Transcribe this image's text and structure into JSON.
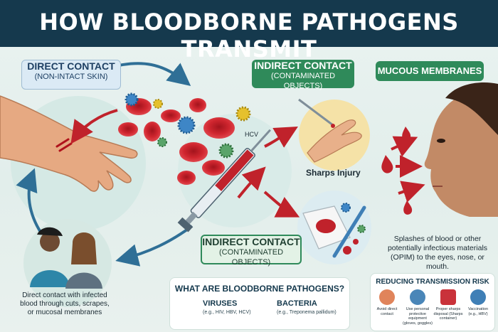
{
  "title": "HOW BLOODBORNE PATHOGENS TRANSMIT",
  "direct_contact": {
    "heading": "DIRECT CONTACT",
    "sub": "(NON-INTACT SKIN)"
  },
  "indirect_contact_top": {
    "heading": "INDIRECT CONTACT",
    "sub": "(CONTAMINATED OBJECTS)"
  },
  "indirect_contact_mid": {
    "heading": "INDIRECT CONTACT",
    "sub": "(CONTAMINATED OBJECTS)"
  },
  "mucous": {
    "heading": "MUCOUS MEMBRANES"
  },
  "hcv_label": "HCV",
  "sharps_label": "Sharps Injury",
  "caption_left": "Direct contact with infected blood through cuts, scrapes, or mucosal membranes",
  "caption_right": "Splashes of blood or other potentially infectious materials (OPIM) to the eyes, nose, or mouth.",
  "what_are": {
    "title": "WHAT ARE BLOODBORNE PATHOGENS?",
    "viruses": {
      "label": "VIRUSES",
      "sub": "(e.g., HIV, HBV, HCV)"
    },
    "bacteria": {
      "label": "BACTERIA",
      "sub": "(e.g., Treponema pallidum)"
    }
  },
  "reducing": {
    "title": "REDUCING TRANSMISSION RISK",
    "items": [
      {
        "label": "Avoid direct contact",
        "icon": "hand-icon",
        "color": "#e0845b"
      },
      {
        "label": "Use personal protective equipment (gloves, goggles)",
        "icon": "goggles-icon",
        "color": "#4a86b8"
      },
      {
        "label": "Proper sharps disposal (Sharps container)",
        "icon": "sharps-container-icon",
        "color": "#c9323a"
      },
      {
        "label": "Vaccination (e.g., HBV)",
        "icon": "vaccine-icon",
        "color": "#3f7fb6"
      }
    ]
  },
  "colors": {
    "header": "#15394d",
    "accent_green": "#2f8a5a",
    "blood": "#c0222b",
    "arrow_blue": "#2f6f96"
  }
}
